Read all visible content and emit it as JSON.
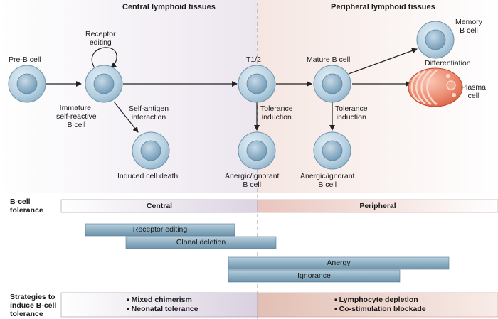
{
  "headers": {
    "central": "Central lymphoid tissues",
    "peripheral": "Peripheral lymphoid tissues"
  },
  "cells": {
    "pre_b": "Pre-B cell",
    "receptor_editing_l1": "Receptor",
    "receptor_editing_l2": "editing",
    "immature_l1": "Immature,",
    "immature_l2": "self-reactive",
    "immature_l3": "B cell",
    "self_antigen_l1": "Self-antigen",
    "self_antigen_l2": "interaction",
    "induced_death": "Induced cell death",
    "t12": "T1/2",
    "tolerance1_l1": "Tolerance",
    "tolerance1_l2": "induction",
    "anergic1_l1": "Anergic/ignorant",
    "anergic1_l2": "B cell",
    "mature": "Mature B cell",
    "tolerance2_l1": "Tolerance",
    "tolerance2_l2": "induction",
    "anergic2_l1": "Anergic/ignorant",
    "anergic2_l2": "B cell",
    "memory_l1": "Memory",
    "memory_l2": "B cell",
    "differentiation": "Differentiation",
    "plasma_l1": "Plasma",
    "plasma_l2": "cell"
  },
  "tolerance_row": {
    "label_l1": "B-cell",
    "label_l2": "tolerance",
    "central": "Central",
    "peripheral": "Peripheral"
  },
  "mechanisms": {
    "receptor_editing": "Receptor editing",
    "clonal_deletion": "Clonal deletion",
    "anergy": "Anergy",
    "ignorance": "Ignorance"
  },
  "strategies": {
    "label_l1": "Strategies to",
    "label_l2": "induce B-cell",
    "label_l3": "tolerance",
    "central_items": [
      "Mixed chimerism",
      "Neonatal tolerance"
    ],
    "peripheral_items": [
      "Lymphocyte depletion",
      "Co-stimulation blockade"
    ]
  },
  "colors": {
    "central_tint": "#efe9f1",
    "peripheral_tint": "#f7ebe6",
    "bar_blue": "#8fb0c4",
    "cell_blue": "#a9c6d8",
    "plasma": "#e06a4e"
  }
}
